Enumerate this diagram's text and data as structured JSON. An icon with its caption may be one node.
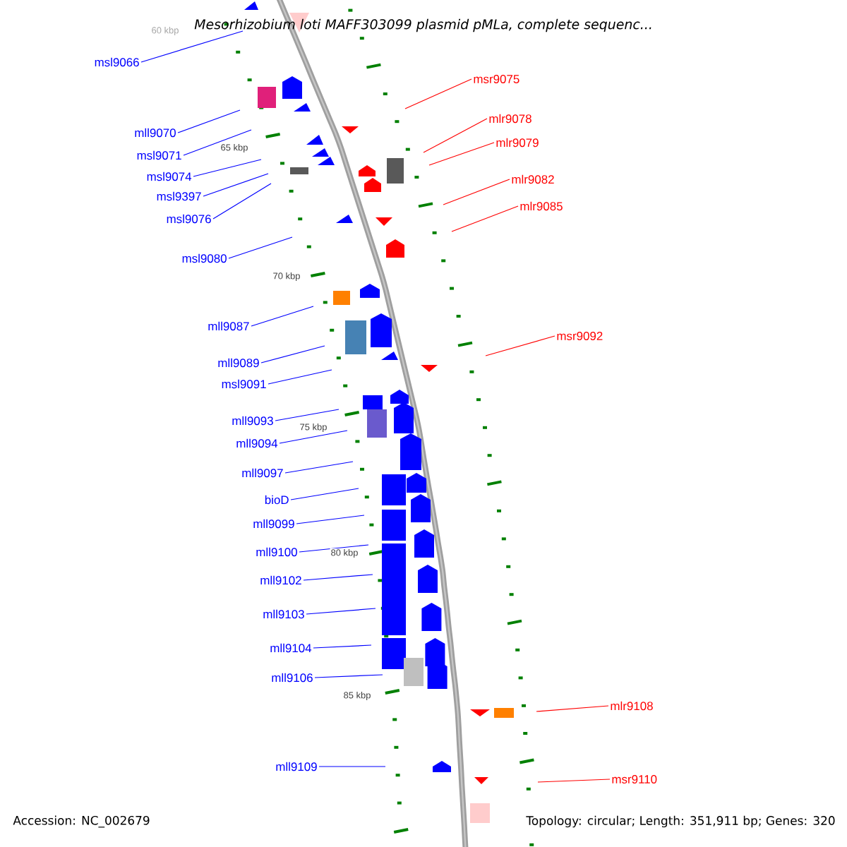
{
  "diagram": {
    "title": "Mesorhizobium loti MAFF303099 plasmid pMLa, complete sequenc...",
    "nodes": [
      {
        "text": [
          "msl9066"
        ]
      },
      {
        "text": [
          "msr9075"
        ]
      },
      {
        "text": [
          "mlr9078"
        ]
      },
      {
        "text": [
          "mll9070"
        ]
      },
      {
        "text": [
          "mlr9079"
        ]
      },
      {
        "text": [
          "msl9071"
        ]
      },
      {
        "text": [
          "msl9074"
        ]
      },
      {
        "text": [
          "mlr9082"
        ]
      },
      {
        "text": [
          "msl9397"
        ]
      },
      {
        "text": [
          "mlr9085"
        ]
      },
      {
        "text": [
          "msl9076"
        ]
      },
      {
        "text": [
          "msl9080"
        ]
      },
      {
        "text": [
          "mll9087"
        ]
      },
      {
        "text": [
          "msr9092"
        ]
      },
      {
        "text": [
          "mll9089"
        ]
      },
      {
        "text": [
          "msl9091"
        ]
      },
      {
        "text": [
          "mll9093"
        ]
      },
      {
        "text": [
          "mll9094"
        ]
      },
      {
        "text": [
          "mll9097"
        ]
      },
      {
        "text": [
          "bioD"
        ]
      },
      {
        "text": [
          "mll9099"
        ]
      },
      {
        "text": [
          "mll9100"
        ]
      },
      {
        "text": [
          "mll9102"
        ]
      },
      {
        "text": [
          "mll9103"
        ]
      },
      {
        "text": [
          "mll9104"
        ]
      },
      {
        "text": [
          "mll9106"
        ]
      },
      {
        "text": [
          "mlr9108"
        ]
      },
      {
        "text": [
          "mll9109"
        ]
      },
      {
        "text": [
          "msr9110"
        ]
      }
    ],
    "edges": [
      {
        "from": 0,
        "to": null,
        "arrow": "none"
      },
      {
        "from": 1,
        "to": null,
        "arrow": "none",
        "color": "#ff0000"
      },
      {
        "from": 2,
        "to": null,
        "arrow": "none",
        "color": "#ff0000"
      },
      {
        "from": 3,
        "to": null,
        "arrow": "none"
      },
      {
        "from": 4,
        "to": null,
        "arrow": "none",
        "color": "#ff0000"
      },
      {
        "from": 5,
        "to": null,
        "arrow": "none"
      },
      {
        "from": 6,
        "to": null,
        "arrow": "none"
      },
      {
        "from": 7,
        "to": null,
        "arrow": "none",
        "color": "#ff0000"
      },
      {
        "from": 8,
        "to": null,
        "arrow": "none"
      },
      {
        "from": 9,
        "to": null,
        "arrow": "none",
        "color": "#ff0000"
      },
      {
        "from": 10,
        "to": null,
        "arrow": "none"
      },
      {
        "from": 11,
        "to": null,
        "arrow": "none"
      },
      {
        "from": 12,
        "to": null,
        "arrow": "none"
      },
      {
        "from": 13,
        "to": null,
        "arrow": "none",
        "color": "#ff0000"
      },
      {
        "from": 14,
        "to": null,
        "arrow": "none"
      },
      {
        "from": 15,
        "to": null,
        "arrow": "none"
      },
      {
        "from": 16,
        "to": null,
        "arrow": "none"
      },
      {
        "from": 17,
        "to": null,
        "arrow": "none"
      },
      {
        "from": 18,
        "to": null,
        "arrow": "none"
      },
      {
        "from": 19,
        "to": null,
        "arrow": "none"
      },
      {
        "from": 20,
        "to": null,
        "arrow": "none"
      },
      {
        "from": 21,
        "to": null,
        "arrow": "none"
      },
      {
        "from": 22,
        "to": null,
        "arrow": "none"
      },
      {
        "from": 23,
        "to": null,
        "arrow": "none"
      },
      {
        "from": 24,
        "to": null,
        "arrow": "none"
      },
      {
        "from": 25,
        "to": null,
        "arrow": "none"
      },
      {
        "from": 26,
        "to": null,
        "arrow": "none",
        "color": "#ff0000"
      },
      {
        "from": 27,
        "to": null,
        "arrow": "none"
      },
      {
        "from": 28,
        "to": null,
        "arrow": "none",
        "color": "#ff0000"
      }
    ],
    "labels": [
      "60 kbp",
      "65 kbp",
      "70 kbp",
      "75 kbp",
      "80 kbp",
      "85 kbp",
      "Accession: NC_002679",
      "Topology: circular; Length: 351,911 bp; Genes: 320"
    ]
  }
}
